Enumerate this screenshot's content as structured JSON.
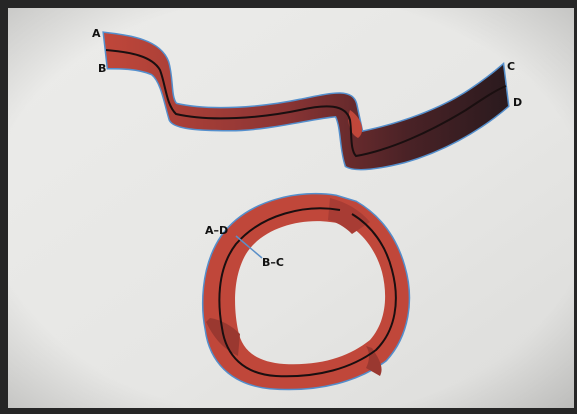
{
  "labels": {
    "a": "A",
    "b": "B",
    "c": "C",
    "d": "D",
    "ad": "A–D",
    "bc": "B–C"
  },
  "colors": {
    "strip_red": "#c0473a",
    "strip_dark": "#2a1a1e",
    "strip_outline": "#3a7fc8",
    "center_line": "#1a0f10",
    "paper": "#e7e7e5"
  },
  "figure_parts": [
    "open-strip",
    "mobius-loop"
  ]
}
